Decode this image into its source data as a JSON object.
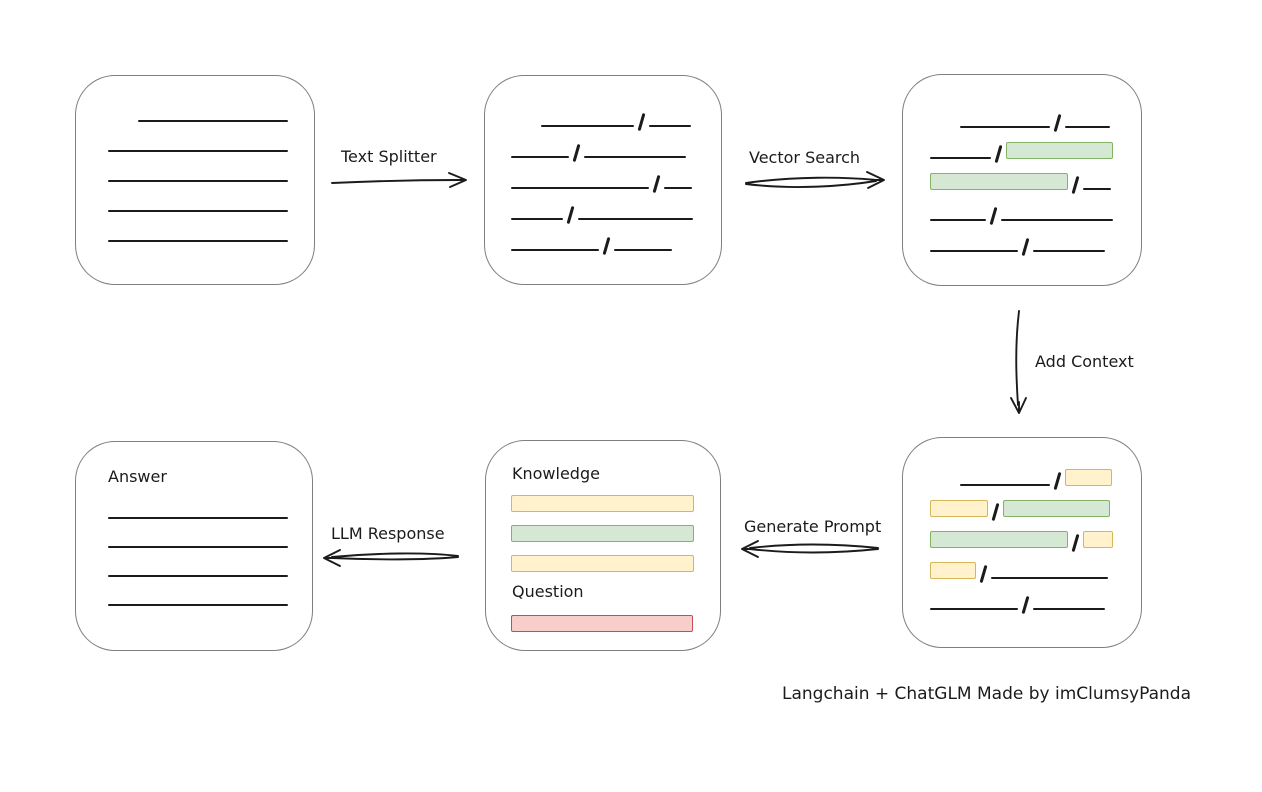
{
  "caption": "Langchain + ChatGLM Made by imClumsyPanda",
  "colors": {
    "stroke": "#1b1b1b",
    "box_border": "#7f7f7f",
    "green_fill": "#d5e8d4",
    "green_stroke": "#82b366",
    "yellow_fill": "#fff2cc",
    "yellow_stroke": "#d6b656",
    "red_fill": "#f8cecc",
    "red_stroke": "#b85450"
  },
  "arrows": {
    "text_splitter": {
      "label": "Text Splitter"
    },
    "vector_search": {
      "label": "Vector Search"
    },
    "add_context": {
      "label": "Add Context"
    },
    "generate_prompt": {
      "label": "Generate Prompt"
    },
    "llm_response": {
      "label": "LLM Response"
    }
  },
  "boxes": {
    "source_document": {
      "rows": [
        {
          "indent": 30,
          "segments": [
            {
              "kind": "line",
              "w": 150
            }
          ]
        },
        {
          "segments": [
            {
              "kind": "line",
              "w": 180
            }
          ]
        },
        {
          "segments": [
            {
              "kind": "line",
              "w": 180
            }
          ]
        },
        {
          "segments": [
            {
              "kind": "line",
              "w": 180
            }
          ]
        },
        {
          "segments": [
            {
              "kind": "line",
              "w": 180
            }
          ]
        }
      ]
    },
    "split_chunks": {
      "rows": [
        {
          "indent": 30,
          "segments": [
            {
              "kind": "line",
              "w": 93
            },
            {
              "kind": "line",
              "w": 42
            }
          ]
        },
        {
          "segments": [
            {
              "kind": "line",
              "w": 58
            },
            {
              "kind": "line",
              "w": 102
            }
          ]
        },
        {
          "segments": [
            {
              "kind": "line",
              "w": 138
            },
            {
              "kind": "line",
              "w": 28
            }
          ]
        },
        {
          "segments": [
            {
              "kind": "line",
              "w": 52
            },
            {
              "kind": "line",
              "w": 115
            }
          ]
        },
        {
          "segments": [
            {
              "kind": "line",
              "w": 88
            },
            {
              "kind": "line",
              "w": 58
            }
          ]
        }
      ]
    },
    "matched_chunks": {
      "rows": [
        {
          "indent": 30,
          "segments": [
            {
              "kind": "line",
              "w": 90
            },
            {
              "kind": "line",
              "w": 45
            }
          ]
        },
        {
          "segments": [
            {
              "kind": "line",
              "w": 61
            },
            {
              "kind": "green",
              "w": 107
            }
          ]
        },
        {
          "segments": [
            {
              "kind": "green",
              "w": 138
            },
            {
              "kind": "line",
              "w": 28
            }
          ]
        },
        {
          "segments": [
            {
              "kind": "line",
              "w": 56
            },
            {
              "kind": "line",
              "w": 112
            }
          ]
        },
        {
          "segments": [
            {
              "kind": "line",
              "w": 88
            },
            {
              "kind": "line",
              "w": 72
            }
          ]
        }
      ]
    },
    "context_chunks": {
      "rows": [
        {
          "indent": 30,
          "segments": [
            {
              "kind": "line",
              "w": 90
            },
            {
              "kind": "yellow",
              "w": 47
            }
          ]
        },
        {
          "segments": [
            {
              "kind": "yellow",
              "w": 58
            },
            {
              "kind": "green",
              "w": 107
            }
          ]
        },
        {
          "segments": [
            {
              "kind": "green",
              "w": 138
            },
            {
              "kind": "yellow",
              "w": 30
            }
          ]
        },
        {
          "segments": [
            {
              "kind": "yellow",
              "w": 46
            },
            {
              "kind": "line",
              "w": 117
            }
          ]
        },
        {
          "segments": [
            {
              "kind": "line",
              "w": 88
            },
            {
              "kind": "line",
              "w": 72
            }
          ]
        }
      ]
    },
    "prompt": {
      "knowledge_label": "Knowledge",
      "question_label": "Question",
      "knowledge_bars": [
        {
          "kind": "yellow",
          "w": 183
        },
        {
          "kind": "green",
          "w": 183
        },
        {
          "kind": "yellow",
          "w": 183
        }
      ],
      "question_bars": [
        {
          "kind": "red",
          "w": 182
        }
      ]
    },
    "answer": {
      "label": "Answer",
      "lines": [
        180,
        180,
        180,
        180
      ]
    }
  }
}
